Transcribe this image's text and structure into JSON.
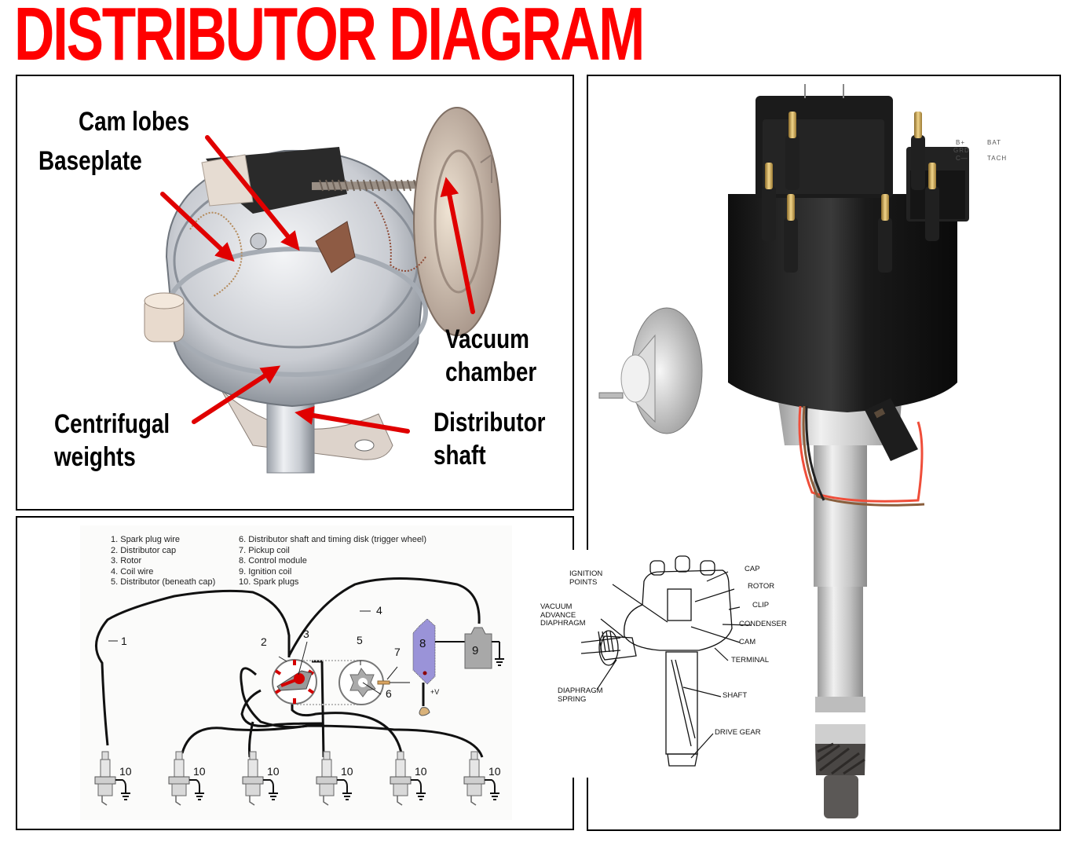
{
  "title": "DISTRIBUTOR DIAGRAM",
  "colors": {
    "title": "#ff0000",
    "arrow": "#e00000",
    "border": "#000000",
    "cap_black": "#1c1c1c",
    "shaft_silver": "#c8c8c8",
    "brass": "#c9a24a",
    "module_purple": "#9a93d8",
    "coil_gray": "#a8a8a8",
    "rotor_red": "#d40000"
  },
  "cutaway_panel": {
    "callouts": [
      {
        "id": "cam-lobes",
        "lines": [
          "Cam lobes"
        ]
      },
      {
        "id": "baseplate",
        "lines": [
          "Baseplate"
        ]
      },
      {
        "id": "vacuum-chamber",
        "lines": [
          "Vacuum",
          "chamber"
        ]
      },
      {
        "id": "centrifugal-weights",
        "lines": [
          "Centrifugal",
          "weights"
        ]
      },
      {
        "id": "distributor-shaft",
        "lines": [
          "Distributor",
          "shaft"
        ]
      }
    ]
  },
  "wiring_panel": {
    "legend_left": [
      "1. Spark plug wire",
      "2. Distributor cap",
      "3. Rotor",
      "4. Coil wire",
      "5. Distributor (beneath cap)"
    ],
    "legend_right": [
      "6. Distributor shaft and timing disk (trigger wheel)",
      "7. Pickup coil",
      "8. Control module",
      "9.   Ignition coil",
      "10.  Spark plugs"
    ],
    "labels": {
      "spark_plug_wire": "1",
      "cap": "2",
      "rotor": "3",
      "coil_wire": "4",
      "distributor": "5",
      "trigger_wheel": "6",
      "pickup_coil": "7",
      "control_module": "8",
      "ignition_coil": "9",
      "supply": "+V"
    },
    "spark_plugs": [
      "10",
      "10",
      "10",
      "10",
      "10",
      "10"
    ]
  },
  "hei_panel": {
    "terminal_labels": {
      "b_plus": "B+",
      "bat": "BAT",
      "grd": "GRD",
      "c_minus": "C—",
      "tach": "TACH"
    },
    "technical_labels": {
      "ignition_points": [
        "IGNITION",
        "POINTS"
      ],
      "vacuum_advance": [
        "VACUUM",
        "ADVANCE",
        "DIAPHRAGM"
      ],
      "diaphragm_spring": [
        "DIAPHRAGM",
        "SPRING"
      ],
      "cap": "CAP",
      "rotor": "ROTOR",
      "clip": "CLIP",
      "condenser": "CONDENSER",
      "cam": "CAM",
      "terminal": "TERMINAL",
      "shaft": "SHAFT",
      "drive_gear": "DRIVE GEAR"
    }
  }
}
